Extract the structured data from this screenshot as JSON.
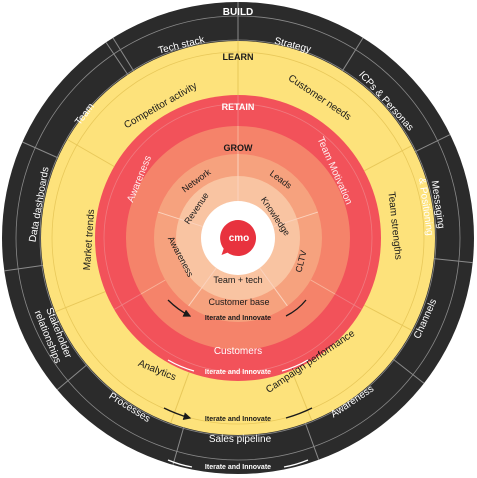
{
  "colors": {
    "build": "#2b2b2b",
    "learn": "#fde27b",
    "retain": "#f2525a",
    "grow_outer": "#f5836a",
    "grow_mid": "#f6a27e",
    "grow_inner": "#f9c4a2",
    "center": "#ffffff",
    "logo": "#e8323e",
    "text_dark": "#1a1a1a",
    "text_light": "#ffffff"
  },
  "build": {
    "title": "BUILD",
    "segments": [
      "Tech stack",
      "Strategy",
      "ICPs & Personas",
      "Messaging & Positioning",
      "Channels",
      "Awareness",
      "Sales pipeline",
      "Processes",
      "Stakeholder relationships",
      "Data dashboards",
      "Team"
    ],
    "iterate": "Iterate and Innovate"
  },
  "learn": {
    "title": "LEARN",
    "segments": [
      "Customer needs",
      "Team strengths",
      "Campaign performance",
      "Analytics",
      "Market trends",
      "Competitor activity"
    ],
    "iterate": "Iterate and Innovate"
  },
  "retain": {
    "title": "RETAIN",
    "segments": [
      "Team Motivation",
      "Customers",
      "Awareness"
    ],
    "iterate": "Iterate and Innovate"
  },
  "grow": {
    "title": "GROW",
    "segments": [
      "Leads",
      "Customer base",
      "Network"
    ],
    "mid_segments": [
      "Knowledge",
      "CLTV",
      "Team + tech",
      "Awareness",
      "Revenue"
    ],
    "iterate": "Iterate and Innovate"
  },
  "logo": {
    "text": "cmo",
    "icon": "speech-bubble-icon"
  }
}
